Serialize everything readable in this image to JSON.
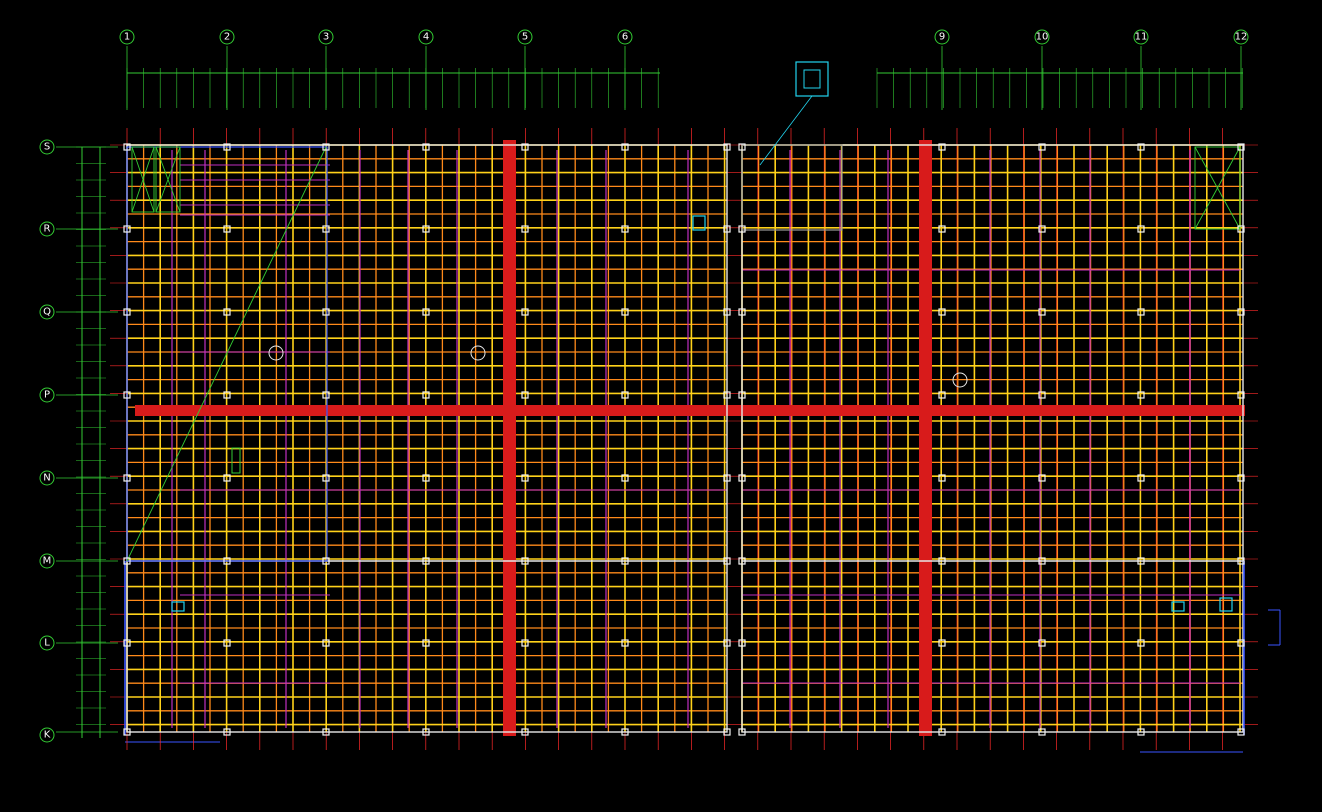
{
  "drawing": {
    "type": "structural-floor-plan",
    "background": "#000000",
    "colors": {
      "axis_line": "#ff2a2a",
      "dimension_line": "#33cc33",
      "beam_main": "#ffd21a",
      "beam_secondary": "#ff8a1a",
      "tie_beam": "#c02ec0",
      "post_tension_band": "#d81b1b",
      "outline": "#e8e8e8",
      "column": "#f2f2f2",
      "detail_cyan": "#22d3ee",
      "boundary_blue": "#3a55ff"
    },
    "column_axes": [
      "1",
      "2",
      "3",
      "4",
      "5",
      "6",
      "9",
      "10",
      "11",
      "12"
    ],
    "row_axes": [
      "S",
      "R",
      "Q",
      "P",
      "N",
      "M",
      "L",
      "K"
    ],
    "footer_text": "",
    "icons": {
      "axis_bubble": "circle-with-label",
      "section_marker": "circle-marker",
      "opening": "cross-hatch-x"
    }
  }
}
